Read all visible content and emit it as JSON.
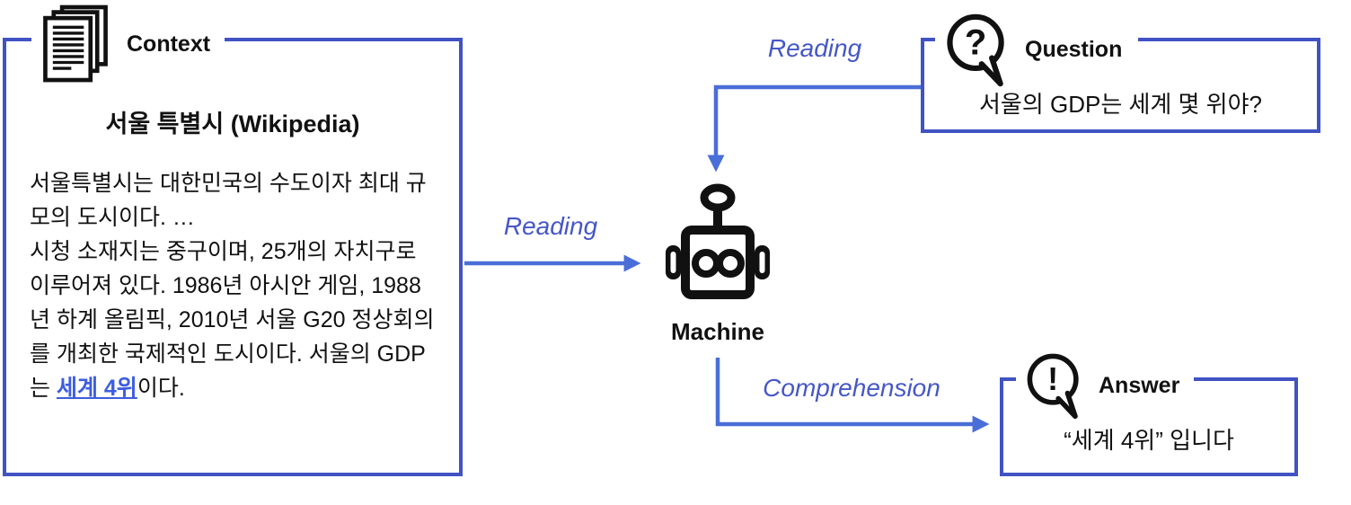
{
  "colors": {
    "box_border": "#4152c3",
    "arrow": "#4a6ed8",
    "flow_label": "#4657c6",
    "link": "#3d5de0",
    "text": "#111111"
  },
  "context_box": {
    "label": "Context",
    "icon": "documents-icon",
    "title": "서울 특별시 (Wikipedia)",
    "paragraph": {
      "line1": "서울특별시는 대한민국의 수도이자 최대 규모의 도시이다. …",
      "line2_before_link": "시청 소재지는 중구이며, 25개의 자치구로 이루어져 있다. 1986년 아시안 게임, 1988년 하계 올림픽, 2010년 서울 G20 정상회의를 개최한 국제적인 도시이다. 서울의 GDP는 ",
      "link_text": "세계 4위",
      "line2_after_link": "이다."
    }
  },
  "question_box": {
    "label": "Question",
    "icon": "question-bubble-icon",
    "icon_glyph": "?",
    "text": "서울의 GDP는 세계 몇 위야?"
  },
  "machine": {
    "label": "Machine",
    "icon": "robot-icon"
  },
  "answer_box": {
    "label": "Answer",
    "icon": "exclamation-bubble-icon",
    "icon_glyph": "!",
    "text": "“세계 4위” 입니다"
  },
  "flow_labels": {
    "context_to_machine": "Reading",
    "question_to_machine": "Reading",
    "machine_to_answer": "Comprehension"
  }
}
